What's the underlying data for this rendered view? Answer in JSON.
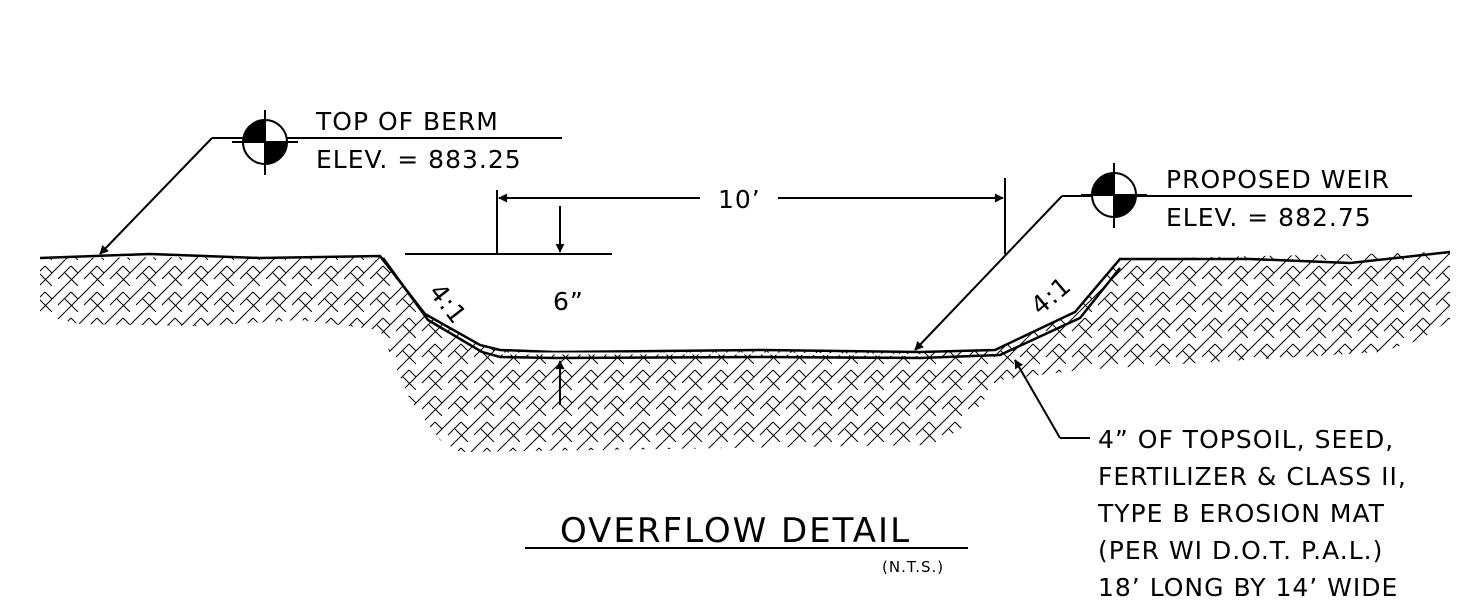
{
  "drawing": {
    "top_of_berm": {
      "line1": "TOP OF BERM",
      "line2": "ELEV. = 883.25"
    },
    "proposed_weir": {
      "line1": "PROPOSED WEIR",
      "line2": "ELEV. = 882.75"
    },
    "width_dim": "10’",
    "depth_dim": "6”",
    "slope_left": "4:1",
    "slope_right": "4:1",
    "note_lines": [
      "4” OF TOPSOIL, SEED,",
      "FERTILIZER & CLASS II,",
      "TYPE B EROSION MAT",
      "(PER WI D.O.T. P.A.L.)",
      "18’ LONG BY 14’ WIDE"
    ],
    "title": "OVERFLOW DETAIL",
    "scale_note": "(N.T.S.)"
  }
}
